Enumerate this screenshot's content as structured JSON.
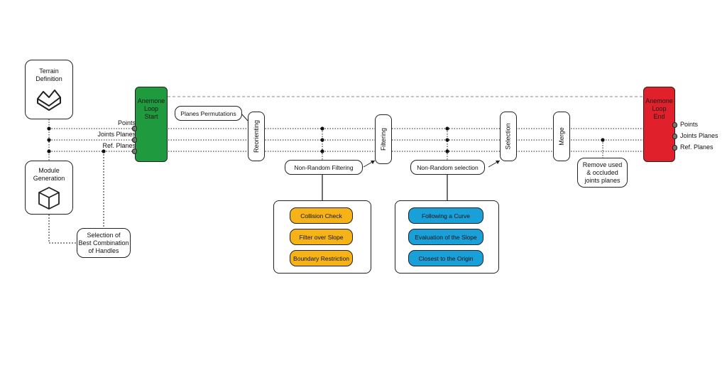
{
  "colors": {
    "loop_start": "#1f9a3e",
    "loop_end": "#e0202a",
    "filter_option": "#f5b317",
    "selection_option": "#1aa0d8"
  },
  "terrain": {
    "label": "Terrain\nDefinition",
    "icon": "terrain-icon"
  },
  "module": {
    "label": "Module\nGeneration",
    "icon": "cube-icon"
  },
  "handles": {
    "label": "Selection of\nBest Combination\nof Handles"
  },
  "loop_start": {
    "label": "Anemone\nLoop\nStart"
  },
  "loop_end": {
    "label": "Anemone\nLoop\nEnd"
  },
  "inputs": {
    "points": "Points",
    "joints": "Joints Planes",
    "ref": "Ref. Planes"
  },
  "outputs": {
    "points": "Points",
    "joints": "Joints Planes",
    "ref": "Ref. Planes"
  },
  "permutations": {
    "label": "Planes Permutations"
  },
  "reorienting": {
    "label": "Reorienting"
  },
  "filtering": {
    "label": "Filtering",
    "method": "Non-Random Filtering",
    "options": [
      "Collision Check",
      "Filter over Slope",
      "Boundary Restriction"
    ]
  },
  "selection": {
    "label": "Selection",
    "method": "Non-Random selection",
    "options": [
      "Following a Curve",
      "Evaluation of the Slope",
      "Closest to the Origin"
    ]
  },
  "merge": {
    "label": "Merge"
  },
  "remove": {
    "label": "Remove used\n& occluded\njoints planes"
  }
}
